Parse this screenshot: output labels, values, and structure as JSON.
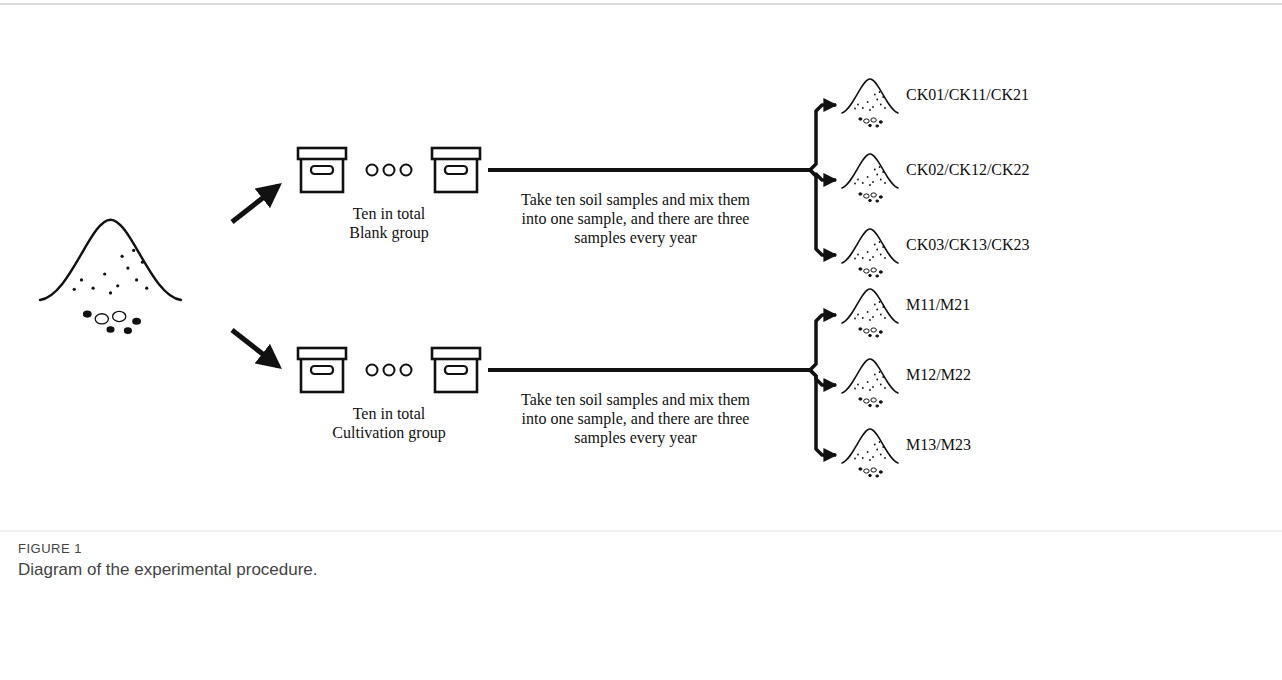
{
  "diagram": {
    "caption": "Diagram of the experimental procedure.",
    "nodes": [
      {
        "text": [
          "Ten in total Blank group"
        ]
      },
      {
        "text": [
          "Ten in total Cultivation group"
        ]
      },
      {
        "text": [
          "CK01/CK11/CK21"
        ]
      },
      {
        "text": [
          "CK02/CK12/CK22"
        ]
      },
      {
        "text": [
          "CK03/CK13/CK23"
        ]
      },
      {
        "text": [
          "M11/M21"
        ]
      },
      {
        "text": [
          "M12/M22"
        ]
      },
      {
        "text": [
          "M13/M23"
        ]
      }
    ],
    "edges": [
      {
        "from": 0,
        "to": 2,
        "arrow": "to"
      },
      {
        "from": 0,
        "to": 3,
        "arrow": "to"
      },
      {
        "from": 0,
        "to": 4,
        "arrow": "to"
      },
      {
        "from": 1,
        "to": 5,
        "arrow": "to"
      },
      {
        "from": 1,
        "to": 6,
        "arrow": "to"
      },
      {
        "from": 1,
        "to": 7,
        "arrow": "to"
      }
    ],
    "labels": [
      "Take ten soil samples and mix them into one sample, and there are three samples every year",
      "Take ten soil samples and mix them into one sample, and there are three samples every year",
      "FIGURE 1"
    ]
  }
}
